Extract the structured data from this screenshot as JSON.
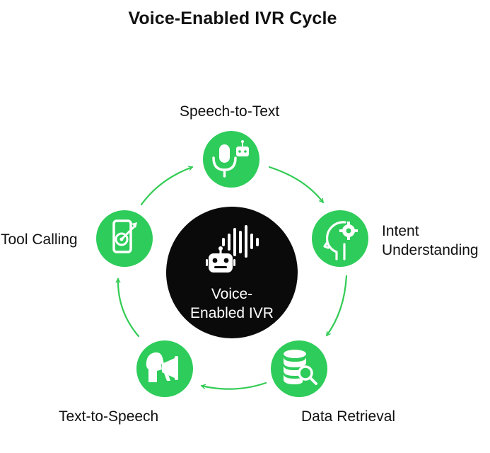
{
  "title": "Voice-Enabled IVR Cycle",
  "center": {
    "line1": "Voice-",
    "line2": "Enabled IVR"
  },
  "nodes": [
    {
      "id": "speech-to-text",
      "label": "Speech-to-Text",
      "icon": "microphone-robot-icon"
    },
    {
      "id": "intent-understanding",
      "label_line1": "Intent",
      "label_line2": "Understanding",
      "icon": "head-gear-icon"
    },
    {
      "id": "data-retrieval",
      "label": "Data Retrieval",
      "icon": "database-search-icon"
    },
    {
      "id": "text-to-speech",
      "label": "Text-to-Speech",
      "icon": "speaking-megaphone-icon"
    },
    {
      "id": "tool-calling",
      "label": "Tool Calling",
      "icon": "phone-target-icon"
    }
  ],
  "colors": {
    "node_fill": "#2ecc5a",
    "arrow": "#33cc55",
    "center_fill": "#0a0a0a",
    "text": "#111111"
  }
}
